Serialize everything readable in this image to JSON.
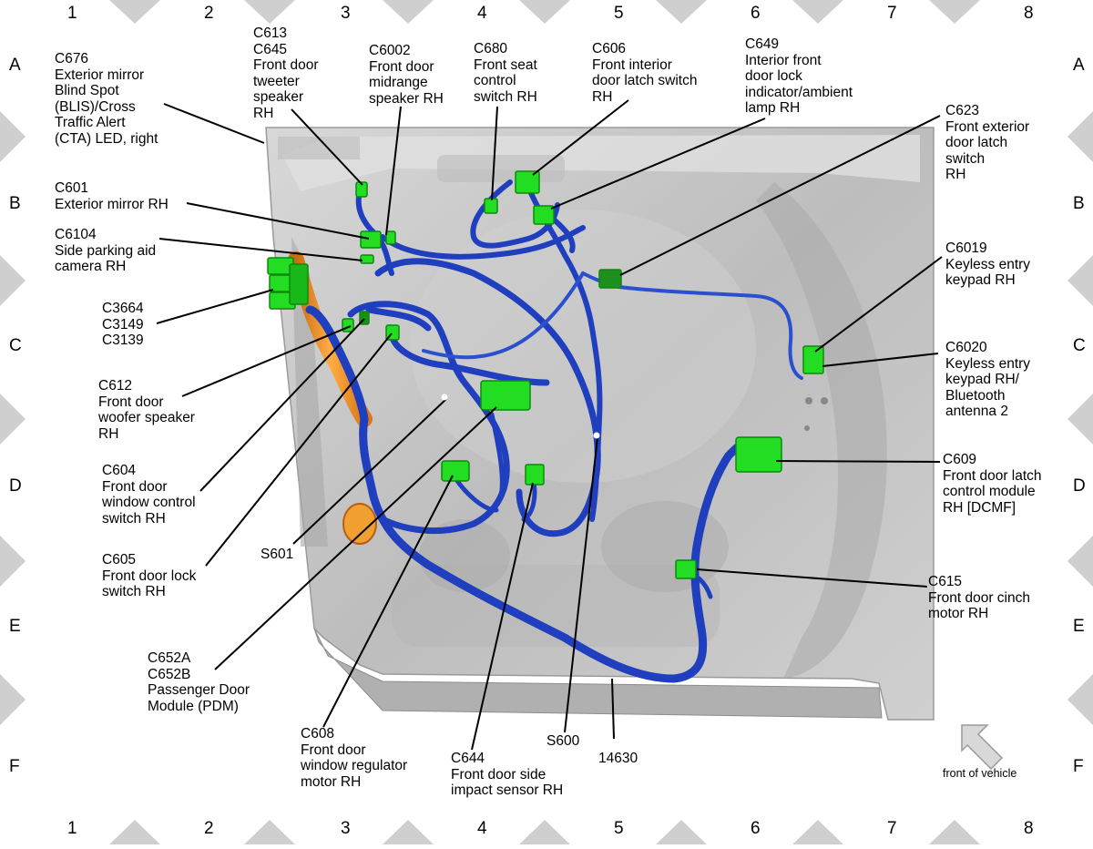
{
  "grid": {
    "columns": [
      "1",
      "2",
      "3",
      "4",
      "5",
      "6",
      "7",
      "8"
    ],
    "rows": [
      "A",
      "B",
      "C",
      "D",
      "E",
      "F"
    ]
  },
  "labels": {
    "c676": [
      "C676",
      "Exterior mirror",
      "Blind Spot",
      "(BLIS)/Cross",
      "Traffic Alert",
      "(CTA) LED, right"
    ],
    "c613": [
      "C613",
      "C645",
      "Front door",
      "tweeter",
      "speaker",
      "RH"
    ],
    "c6002": [
      "C6002",
      "Front door",
      "midrange",
      "speaker RH"
    ],
    "c680": [
      "C680",
      "Front seat",
      "control",
      "switch RH"
    ],
    "c606": [
      "C606",
      "Front interior",
      "door latch switch",
      "RH"
    ],
    "c649": [
      "C649",
      "Interior front",
      "door lock",
      "indicator/ambient",
      "lamp RH"
    ],
    "c623": [
      "C623",
      "Front exterior",
      "door latch",
      "switch",
      "RH"
    ],
    "c601": [
      "C601",
      "Exterior mirror RH"
    ],
    "c6104": [
      "C6104",
      "Side parking aid",
      "camera RH"
    ],
    "c3664": [
      "C3664",
      "C3149",
      "C3139"
    ],
    "c6019": [
      "C6019",
      "Keyless entry",
      "keypad RH"
    ],
    "c6020": [
      "C6020",
      "Keyless entry",
      "keypad RH/",
      "Bluetooth",
      "antenna 2"
    ],
    "c612": [
      "C612",
      "Front door",
      "woofer speaker",
      "RH"
    ],
    "c604": [
      "C604",
      "Front door",
      "window control",
      "switch RH"
    ],
    "c609": [
      "C609",
      "Front door latch",
      "control module",
      "RH [DCMF]"
    ],
    "c605": [
      "C605",
      "Front door lock",
      "switch RH"
    ],
    "s601": [
      "S601"
    ],
    "c615": [
      "C615",
      "Front door cinch",
      "motor RH"
    ],
    "c652": [
      "C652A",
      "C652B",
      "Passenger Door",
      "Module (PDM)"
    ],
    "c608": [
      "C608",
      "Front door",
      "window regulator",
      "motor RH"
    ],
    "c644": [
      "C644",
      "Front door side",
      "impact sensor RH"
    ],
    "s600": [
      "S600"
    ],
    "w14630": [
      "14630"
    ]
  },
  "front_of_vehicle": "front of vehicle",
  "colors": {
    "harness": "#1f3fbf",
    "connector": "#22dd22",
    "orange": "#f39a2a",
    "door": "#c9c9c9",
    "border_tri": "#cfcfcf"
  }
}
